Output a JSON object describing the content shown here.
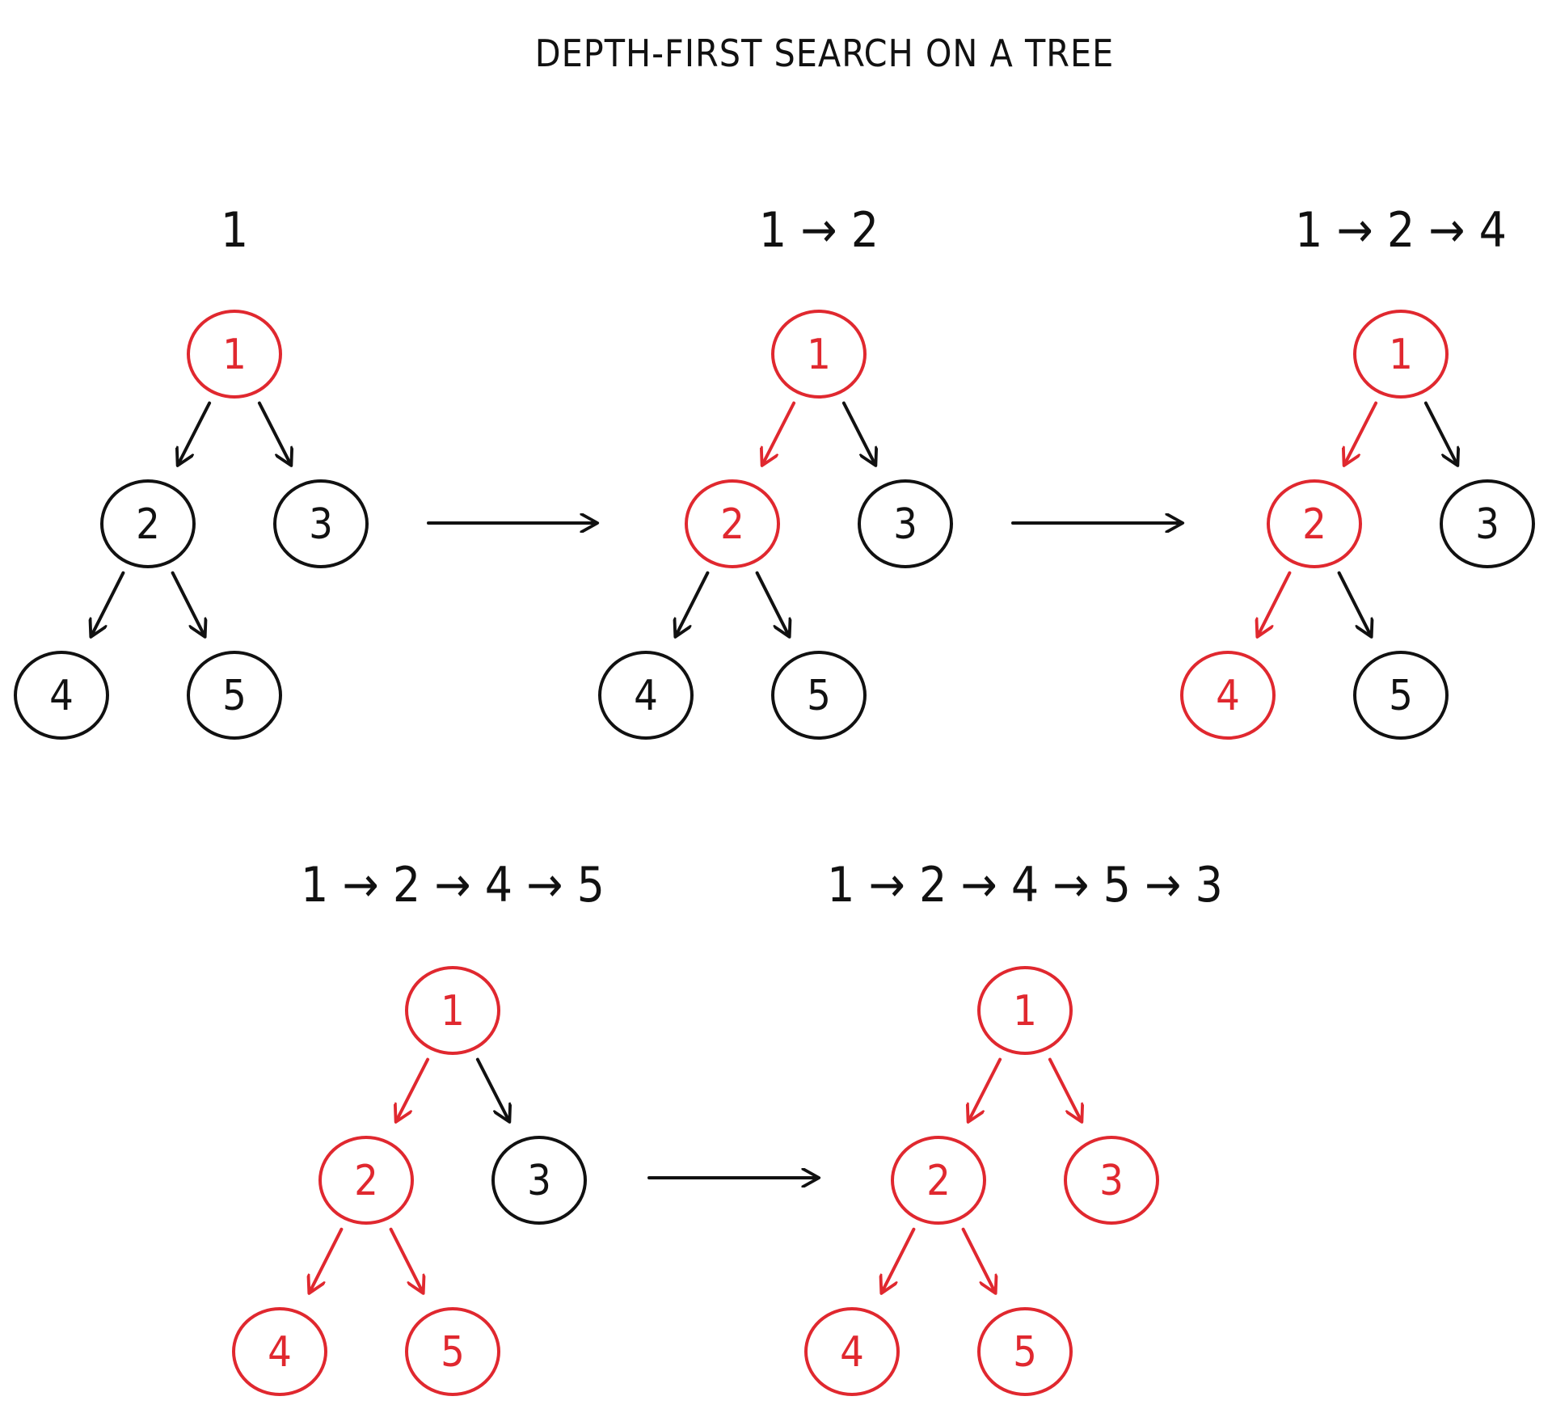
{
  "title": "DEPTH-FIRST SEARCH ON A TREE",
  "colors": {
    "visited": "#e0282f",
    "unvisited": "#111111",
    "background": "#ffffff"
  },
  "tree": {
    "nodes": [
      "1",
      "2",
      "3",
      "4",
      "5"
    ],
    "edges": [
      [
        "1",
        "2"
      ],
      [
        "1",
        "3"
      ],
      [
        "2",
        "4"
      ],
      [
        "2",
        "5"
      ]
    ]
  },
  "steps": [
    {
      "visit_order": [
        "1"
      ],
      "visited_nodes": [
        "1"
      ],
      "visited_edges": []
    },
    {
      "visit_order": [
        "1",
        "2"
      ],
      "visited_nodes": [
        "1",
        "2"
      ],
      "visited_edges": [
        [
          "1",
          "2"
        ]
      ]
    },
    {
      "visit_order": [
        "1",
        "2",
        "4"
      ],
      "visited_nodes": [
        "1",
        "2",
        "4"
      ],
      "visited_edges": [
        [
          "1",
          "2"
        ],
        [
          "2",
          "4"
        ]
      ]
    },
    {
      "visit_order": [
        "1",
        "2",
        "4",
        "5"
      ],
      "visited_nodes": [
        "1",
        "2",
        "4",
        "5"
      ],
      "visited_edges": [
        [
          "1",
          "2"
        ],
        [
          "2",
          "4"
        ],
        [
          "2",
          "5"
        ]
      ]
    },
    {
      "visit_order": [
        "1",
        "2",
        "4",
        "5",
        "3"
      ],
      "visited_nodes": [
        "1",
        "2",
        "4",
        "5",
        "3"
      ],
      "visited_edges": [
        [
          "1",
          "2"
        ],
        [
          "2",
          "4"
        ],
        [
          "2",
          "5"
        ],
        [
          "1",
          "3"
        ]
      ]
    }
  ],
  "path_separator": "→"
}
